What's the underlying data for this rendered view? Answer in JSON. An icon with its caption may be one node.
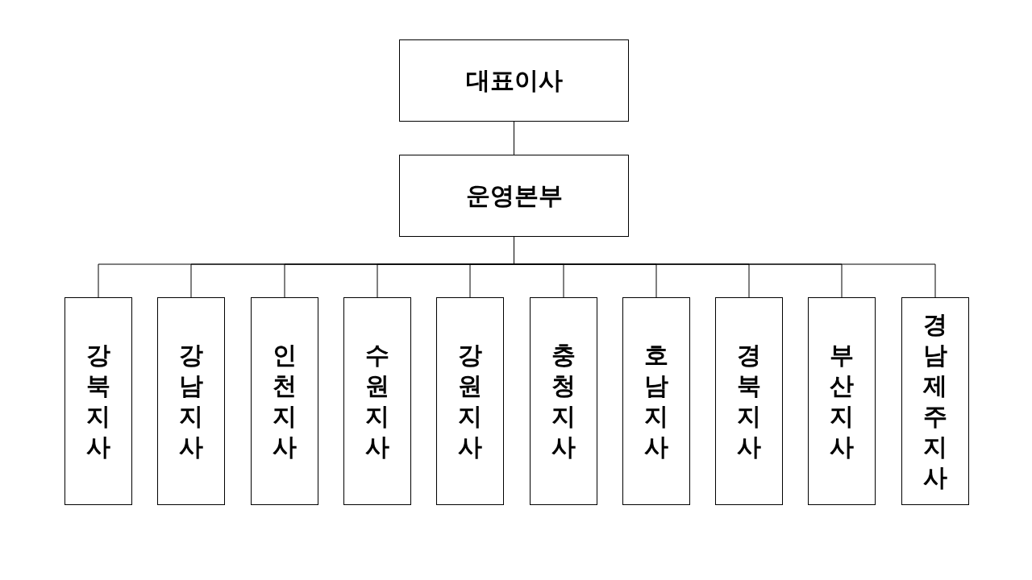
{
  "diagram": {
    "nodes": [
      {
        "text": [
          "대표이사"
        ]
      },
      {
        "text": [
          "운영본부"
        ]
      },
      {
        "text": [
          "강북지사"
        ]
      },
      {
        "text": [
          "강남지사"
        ]
      },
      {
        "text": [
          "인천지사"
        ]
      },
      {
        "text": [
          "수원지사"
        ]
      },
      {
        "text": [
          "강원지사"
        ]
      },
      {
        "text": [
          "충청지사"
        ]
      },
      {
        "text": [
          "호남지사"
        ]
      },
      {
        "text": [
          "경북지사"
        ]
      },
      {
        "text": [
          "부산지사"
        ]
      },
      {
        "text": [
          "경남제주지사"
        ]
      }
    ],
    "edges": [
      {
        "from": 0,
        "to": 1,
        "arrow": "none"
      },
      {
        "from": 1,
        "to": 2,
        "arrow": "none"
      },
      {
        "from": 1,
        "to": 3,
        "arrow": "none"
      },
      {
        "from": 1,
        "to": 4,
        "arrow": "none"
      },
      {
        "from": 1,
        "to": 5,
        "arrow": "none"
      },
      {
        "from": 1,
        "to": 6,
        "arrow": "none"
      },
      {
        "from": 1,
        "to": 7,
        "arrow": "none"
      },
      {
        "from": 1,
        "to": 8,
        "arrow": "none"
      },
      {
        "from": 1,
        "to": 9,
        "arrow": "none"
      },
      {
        "from": 1,
        "to": 10,
        "arrow": "none"
      },
      {
        "from": 1,
        "to": 11,
        "arrow": "none"
      }
    ]
  }
}
